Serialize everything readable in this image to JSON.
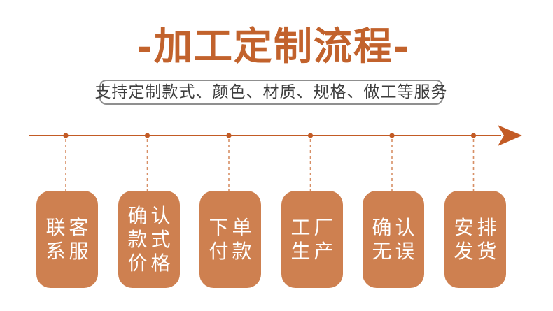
{
  "header": {
    "title": "-加工定制流程-",
    "subtitle": "支持定制款式、颜色、材质、规格、做工等服务"
  },
  "process": {
    "step_count": 6,
    "steps": [
      {
        "lines": [
          "联客",
          "系服"
        ]
      },
      {
        "lines": [
          "确认",
          "款式",
          "价格"
        ]
      },
      {
        "lines": [
          "下单",
          "付款"
        ]
      },
      {
        "lines": [
          "工厂",
          "生产"
        ]
      },
      {
        "lines": [
          "确认",
          "无误"
        ]
      },
      {
        "lines": [
          "安排",
          "发货"
        ]
      }
    ]
  },
  "colors": {
    "page-bg": "#FFFFFF",
    "title-color": "#C2622C",
    "subtitle-text": "#3D3D3D",
    "subtitle-border": "#8F8F8F",
    "accent": "#C35B25",
    "dash": "#D78F66",
    "card-bg": "#CE8050",
    "card-text": "#FFFFFF"
  }
}
